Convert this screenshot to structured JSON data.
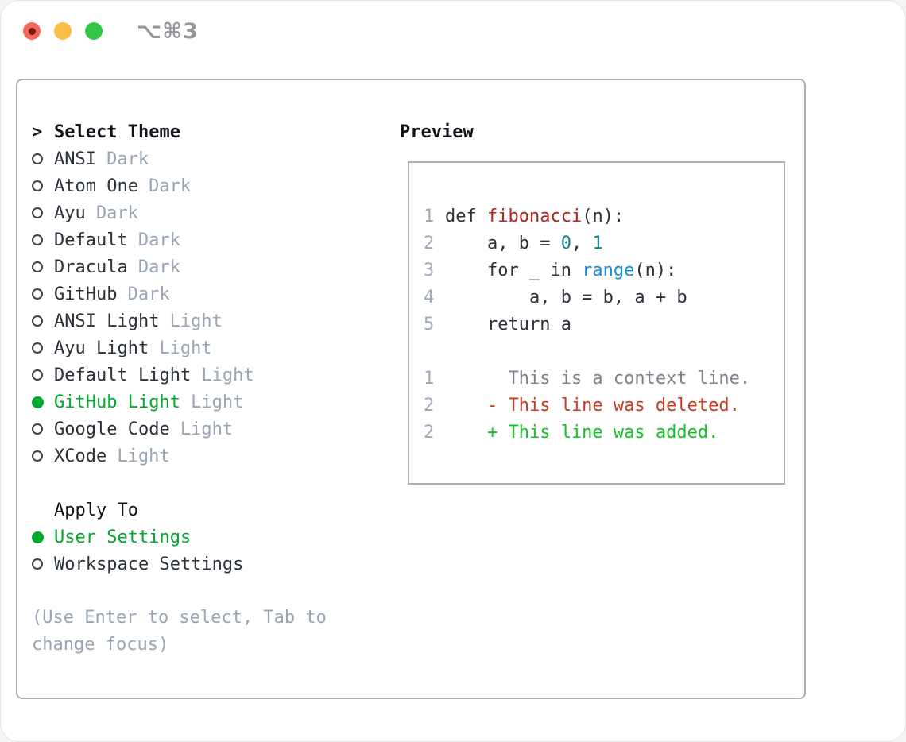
{
  "titlebar": {
    "shortcut": "⌥⌘3"
  },
  "theme_picker": {
    "prompt": ">",
    "title": "Select Theme",
    "items": [
      {
        "name": "ANSI",
        "variant": "Dark",
        "selected": false
      },
      {
        "name": "Atom One",
        "variant": "Dark",
        "selected": false
      },
      {
        "name": "Ayu",
        "variant": "Dark",
        "selected": false
      },
      {
        "name": "Default",
        "variant": "Dark",
        "selected": false
      },
      {
        "name": "Dracula",
        "variant": "Dark",
        "selected": false
      },
      {
        "name": "GitHub",
        "variant": "Dark",
        "selected": false
      },
      {
        "name": "ANSI Light",
        "variant": "Light",
        "selected": false
      },
      {
        "name": "Ayu Light",
        "variant": "Light",
        "selected": false
      },
      {
        "name": "Default Light",
        "variant": "Light",
        "selected": false
      },
      {
        "name": "GitHub Light",
        "variant": "Light",
        "selected": true
      },
      {
        "name": "Google Code",
        "variant": "Light",
        "selected": false
      },
      {
        "name": "XCode",
        "variant": "Light",
        "selected": false
      }
    ]
  },
  "apply_to": {
    "title": "Apply To",
    "options": [
      {
        "label": "User Settings",
        "selected": true
      },
      {
        "label": "Workspace Settings",
        "selected": false
      }
    ]
  },
  "help_text": "(Use Enter to select, Tab to change focus)",
  "preview": {
    "title": "Preview",
    "code_lines": [
      {
        "num": "1",
        "segments": [
          {
            "text": "def ",
            "color": "fg"
          },
          {
            "text": "fibonacci",
            "color": "func"
          },
          {
            "text": "(n):",
            "color": "fg"
          }
        ]
      },
      {
        "num": "2",
        "segments": [
          {
            "text": "    a, b = ",
            "color": "fg"
          },
          {
            "text": "0",
            "color": "num"
          },
          {
            "text": ", ",
            "color": "fg"
          },
          {
            "text": "1",
            "color": "num"
          }
        ]
      },
      {
        "num": "3",
        "segments": [
          {
            "text": "    for _ in ",
            "color": "fg"
          },
          {
            "text": "range",
            "color": "builtin"
          },
          {
            "text": "(n):",
            "color": "fg"
          }
        ]
      },
      {
        "num": "4",
        "segments": [
          {
            "text": "        a, b = b, a + b",
            "color": "fg"
          }
        ]
      },
      {
        "num": "5",
        "segments": [
          {
            "text": "    return a",
            "color": "fg"
          }
        ]
      }
    ],
    "diff_lines": [
      {
        "num": "1",
        "segments": [
          {
            "text": "      This is a context line.",
            "color": "muted"
          }
        ]
      },
      {
        "num": "2",
        "segments": [
          {
            "text": "    - This line was deleted.",
            "color": "deleted"
          }
        ]
      },
      {
        "num": "2",
        "segments": [
          {
            "text": "    + This line was added.",
            "color": "added"
          }
        ]
      }
    ]
  },
  "colors": {
    "text": "#2b3138",
    "heading": "#101418",
    "muted": "#9aa5b3",
    "lineno": "#9fa9b8",
    "context_gray": "#7d838b",
    "selected_green": "#00a82d",
    "added_green": "#12c428",
    "deleted_red": "#c93a22",
    "func_red": "#b0231c",
    "num_teal": "#0d7e88",
    "builtin_blue": "#1390d2",
    "border": "#a8b0ba",
    "radio_outline": "#3d434b",
    "traffic_red": "#f3685c",
    "traffic_red_dot": "#7f1710",
    "traffic_yellow": "#f7bd45",
    "traffic_green": "#35c648",
    "shortcut_gray": "#96969b"
  }
}
